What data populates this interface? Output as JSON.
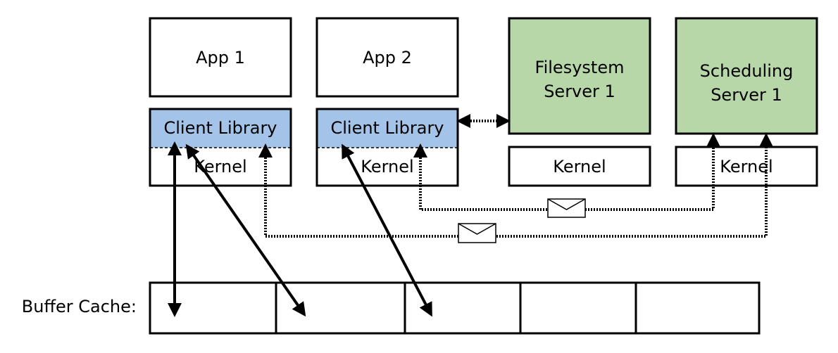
{
  "apps": {
    "app1": "App 1",
    "app2": "App 2"
  },
  "servers": {
    "filesystem": [
      "Filesystem",
      "Server 1"
    ],
    "scheduling": [
      "Scheduling",
      "Server 1"
    ]
  },
  "client_library_label": "Client Library",
  "kernel_label": "Kernel",
  "buffer_cache_label": "Buffer Cache:",
  "colors": {
    "client_library_fill": "#a3c4e8",
    "server_fill": "#b7d7a8",
    "stroke": "#000000",
    "background": "#ffffff"
  },
  "icons": {
    "message": "envelope-icon"
  }
}
